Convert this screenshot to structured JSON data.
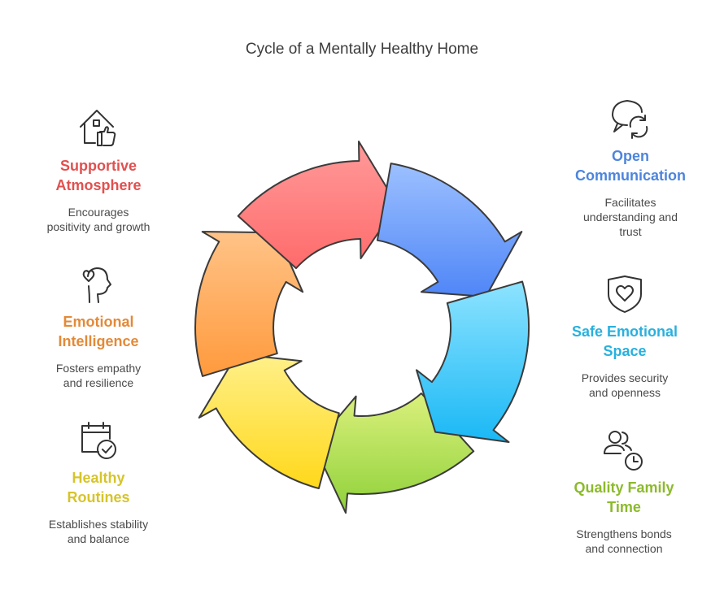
{
  "title": "Cycle of a Mentally Healthy Home",
  "items": [
    {
      "heading": "Supportive\nAtmosphere",
      "desc": "Encourages\npositivity and growth",
      "color": "#e2504f",
      "icon": "house-thumbs-up-icon"
    },
    {
      "heading": "Emotional\nIntelligence",
      "desc": "Fosters empathy\nand resilience",
      "color": "#e38a38",
      "icon": "head-heart-icon"
    },
    {
      "heading": "Healthy\nRoutines",
      "desc": "Establishes stability\nand balance",
      "color": "#d6c42a",
      "icon": "calendar-check-icon"
    },
    {
      "heading": "Open\nCommunication",
      "desc": "Facilitates\nunderstanding and\ntrust",
      "color": "#4d85dd",
      "icon": "chat-refresh-icon"
    },
    {
      "heading": "Safe Emotional\nSpace",
      "desc": "Provides security\nand openness",
      "color": "#29b0de",
      "icon": "shield-heart-icon"
    },
    {
      "heading": "Quality Family\nTime",
      "desc": "Strengthens bonds\nand connection",
      "color": "#8cba2c",
      "icon": "people-clock-icon"
    }
  ],
  "cycle_colors": {
    "red": [
      "#ff9a9a",
      "#ff6b6b"
    ],
    "blue": [
      "#9cc0ff",
      "#4f86f7"
    ],
    "cyan": [
      "#8de3ff",
      "#1ab8f5"
    ],
    "green": [
      "#dbf07c",
      "#8fd13a"
    ],
    "yellow": [
      "#fff08a",
      "#ffd81a"
    ],
    "orange": [
      "#ffc387",
      "#ff9a3d"
    ]
  }
}
